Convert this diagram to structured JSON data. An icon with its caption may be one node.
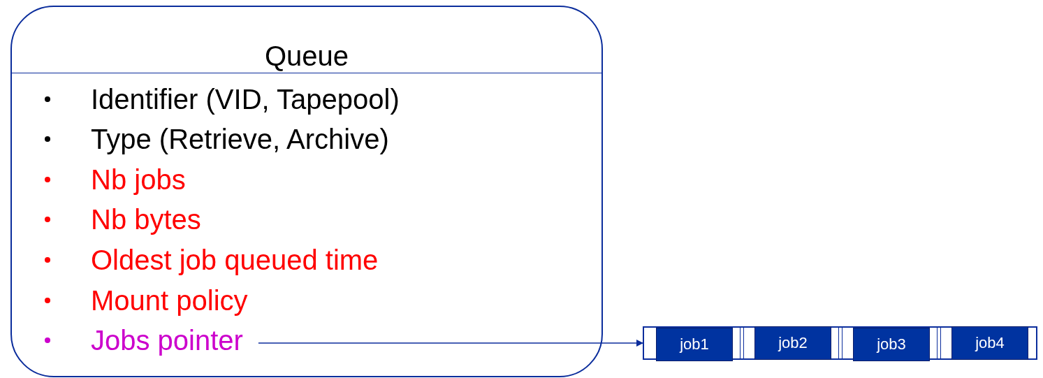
{
  "diagram": {
    "nodes": [
      {
        "text": [
          "Queue"
        ]
      },
      {
        "text": [
          "Identifier (VID, Tapepool)"
        ],
        "in": 0
      },
      {
        "text": [
          "Type (Retrieve, Archive)"
        ],
        "in": 0
      },
      {
        "text": [
          "Nb jobs"
        ],
        "in": 0
      },
      {
        "text": [
          "Nb bytes"
        ],
        "in": 0
      },
      {
        "text": [
          "Oldest job queued time"
        ],
        "in": 0
      },
      {
        "text": [
          "Mount policy"
        ],
        "in": 0
      },
      {
        "text": [
          "Jobs pointer"
        ],
        "in": 0
      },
      {
        "text": [],
        "shape": "box"
      },
      {
        "text": [
          "job1"
        ],
        "in": 8
      },
      {
        "text": [
          "job2"
        ],
        "in": 8
      },
      {
        "text": [
          "job3"
        ],
        "in": 8
      },
      {
        "text": [
          "job4"
        ],
        "in": 8
      }
    ],
    "edges": [
      {
        "from": 7,
        "to": 8,
        "arrow": "to"
      }
    ]
  }
}
